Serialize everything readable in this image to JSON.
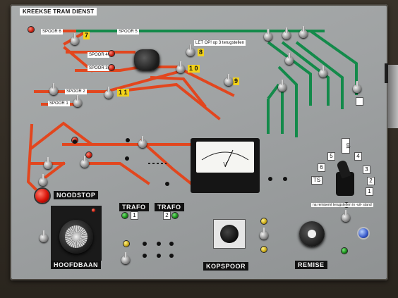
{
  "panel": {
    "title": "KREEKSE TRAM DIENST",
    "colors": {
      "panel": "#a3a6a7",
      "track_red": "#e2461e",
      "track_green": "#138a4a",
      "number_yellow": "#f2d21a"
    }
  },
  "tracks": {
    "spoor5": "SPOOR 5",
    "spoor6": "SPOOR 6",
    "spoor4": "SPOOR 4",
    "spoor3": "SPOOR 3",
    "spoor2": "SPOOR 2",
    "spoor1": "SPOOR 1",
    "let_op": "LET OP! op 3 terugstellen"
  },
  "numbers": {
    "n7": "7",
    "n8": "8",
    "n10": "1 0",
    "n9": "9",
    "n11": "1 1"
  },
  "controls": {
    "noodstop": "NOODSTOP",
    "hoofdbaan": "HOOFDBAAN",
    "trafo1_label": "TRAFO",
    "trafo1_num": "1",
    "trafo2_label": "TRAFO",
    "trafo2_num": "2",
    "kopspoor": "KOPSPOOR",
    "remise": "REMISE",
    "meter_unit": "V",
    "remise_note": "na remisemt terugstellen in -uit- stand",
    "positions": {
      "p1": "1",
      "p2": "2",
      "p3": "3",
      "p4": "4",
      "p5": "5",
      "p6": "6",
      "uit": "uit",
      "ts": "TS"
    }
  }
}
